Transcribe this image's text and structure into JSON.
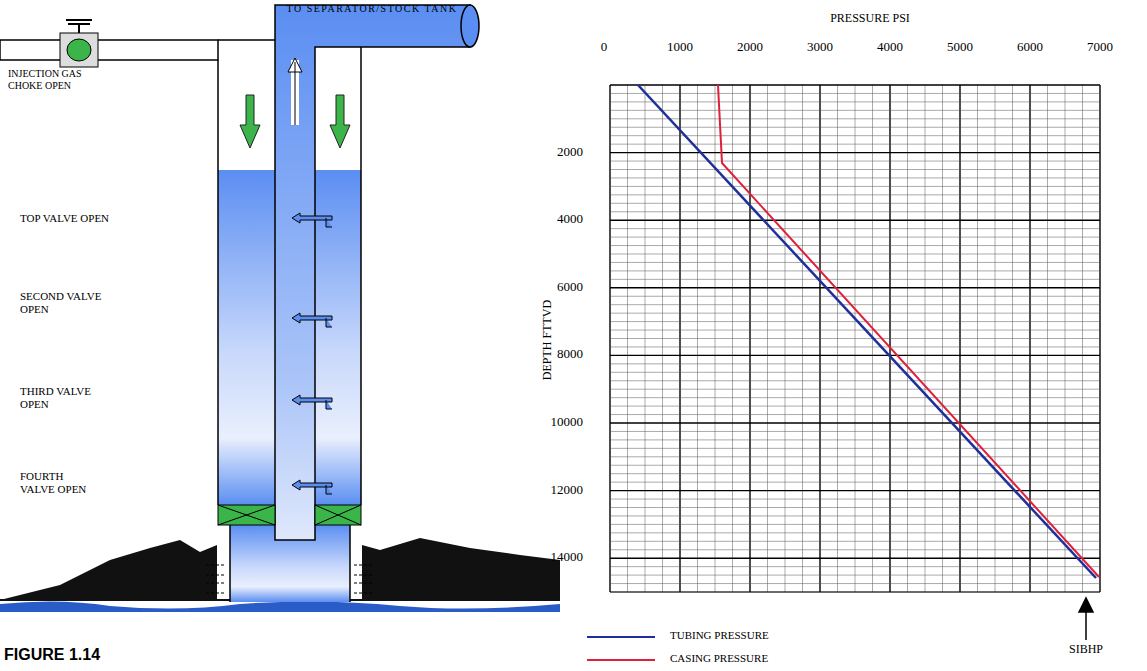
{
  "diagram": {
    "caption": "FIGURE 1.14",
    "labels": [
      "TO SEPARATOR/STOCK TANK",
      "INJECTION GAS CHOKE OPEN",
      "TOP VALVE OPEN",
      "SECOND VALVE OPEN",
      "THIRD VALVE OPEN",
      "FOURTH VALVE OPEN",
      "PRESSURE PSI",
      "0",
      "1000",
      "2000",
      "3000",
      "4000",
      "5000",
      "6000",
      "7000",
      "DEPTH FTTVD",
      "2000",
      "4000",
      "6000",
      "8000",
      "10000",
      "12000",
      "14000",
      "SIBHP"
    ],
    "legend": [
      {
        "text": "TUBING PRESSURE"
      },
      {
        "text": "CASING PRESSURE"
      }
    ]
  }
}
